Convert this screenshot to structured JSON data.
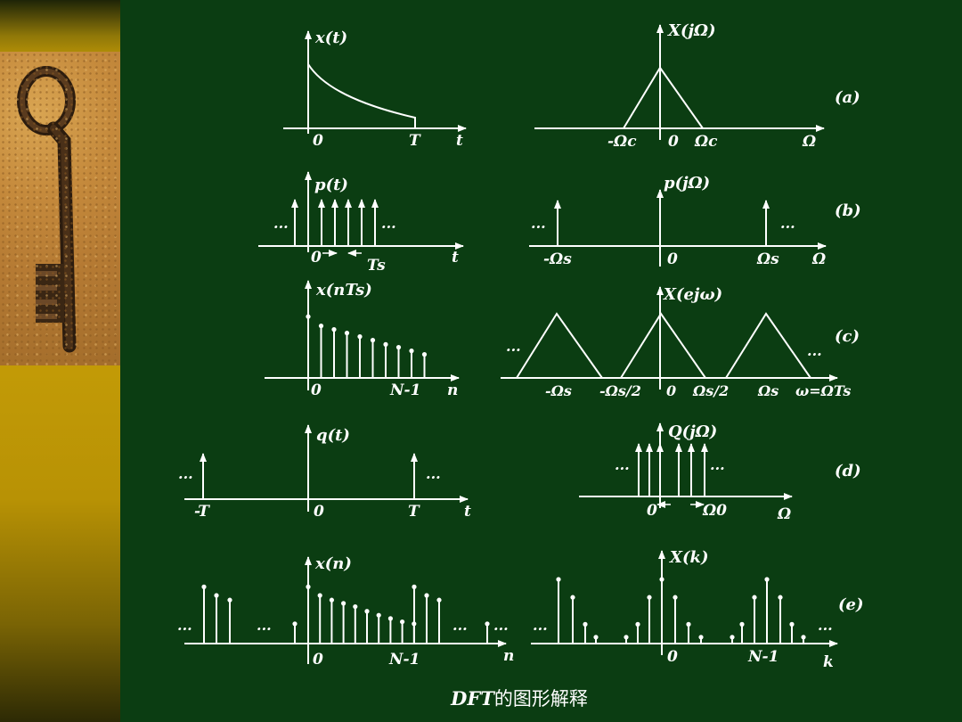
{
  "caption": {
    "abbr": "DFT",
    "text": "的图形解释"
  },
  "panels": {
    "a": {
      "tag": "(a)",
      "left_title": "x(t)",
      "right_title": "X(jΩ)",
      "left_ticks": [
        "0",
        "T"
      ],
      "left_axis": "t",
      "right_ticks": [
        "-Ωc",
        "0",
        "Ωc"
      ],
      "right_axis": "Ω"
    },
    "b": {
      "tag": "(b)",
      "left_title": "p(t)",
      "right_title": "p(jΩ)",
      "left_ticks": [
        "0",
        "Ts"
      ],
      "left_axis": "t",
      "right_ticks": [
        "-Ωs",
        "0",
        "Ωs"
      ],
      "right_axis": "Ω",
      "dots": "···"
    },
    "c": {
      "tag": "(c)",
      "left_title": "x(nTs)",
      "right_title": "X(ejω)",
      "left_ticks": [
        "0",
        "N-1"
      ],
      "left_axis": "n",
      "right_ticks": [
        "-Ωs",
        "-Ωs/2",
        "0",
        "Ωs/2",
        "Ωs"
      ],
      "right_axis": "ω=ΩTs",
      "dots": "···"
    },
    "d": {
      "tag": "(d)",
      "left_title": "q(t)",
      "right_title": "Q(jΩ)",
      "left_ticks": [
        "-T",
        "0",
        "T"
      ],
      "left_axis": "t",
      "right_ticks": [
        "0",
        "Ω0"
      ],
      "right_axis": "Ω",
      "dots": "···"
    },
    "e": {
      "tag": "(e)",
      "left_title": "x(n)",
      "right_title": "X(k)",
      "left_ticks": [
        "0",
        "N-1"
      ],
      "left_axis": "n",
      "right_ticks": [
        "0",
        "N-1"
      ],
      "right_axis": "k",
      "dots": "···"
    }
  },
  "signals": {
    "c_samples": [
      0.86,
      0.73,
      0.68,
      0.63,
      0.58,
      0.53,
      0.47,
      0.43,
      0.38,
      0.33
    ],
    "e_period": [
      0.86,
      0.73,
      0.66,
      0.61,
      0.56,
      0.49,
      0.43,
      0.38,
      0.33,
      0.3
    ],
    "e_spectrum": [
      0.3,
      0.1,
      0.3,
      0.72,
      1.0,
      0.72,
      0.3,
      0.1,
      0.3
    ]
  },
  "colors": {
    "background": "#0b3d12",
    "ink": "#ffffff",
    "sidebar": "#c39b06"
  }
}
